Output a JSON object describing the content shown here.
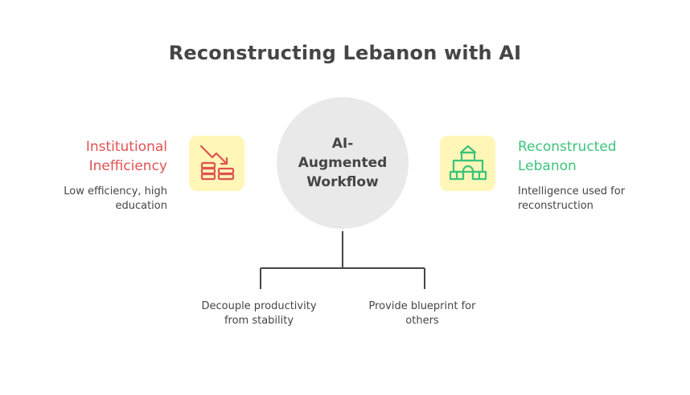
{
  "title": "Reconstructing Lebanon with AI",
  "center": {
    "label": "AI-Augmented Workflow"
  },
  "left": {
    "heading_line1": "Institutional",
    "heading_line2": "Inefficiency",
    "desc_line1": "Low efficiency, high",
    "desc_line2": "education",
    "color": "#e05252",
    "icon": "declining-coins-icon"
  },
  "right": {
    "heading_line1": "Reconstructed",
    "heading_line2": "Lebanon",
    "desc_line1": "Intelligence used for",
    "desc_line2": "reconstruction",
    "color": "#3cc47a",
    "icon": "building-icon"
  },
  "branches": [
    {
      "line1": "Decouple productivity",
      "line2": "from stability"
    },
    {
      "line1": "Provide blueprint for",
      "line2": "others"
    }
  ],
  "colors": {
    "text": "#454545",
    "icon_bg": "#fff6b8",
    "circle_bg": "#e9e9e9"
  }
}
